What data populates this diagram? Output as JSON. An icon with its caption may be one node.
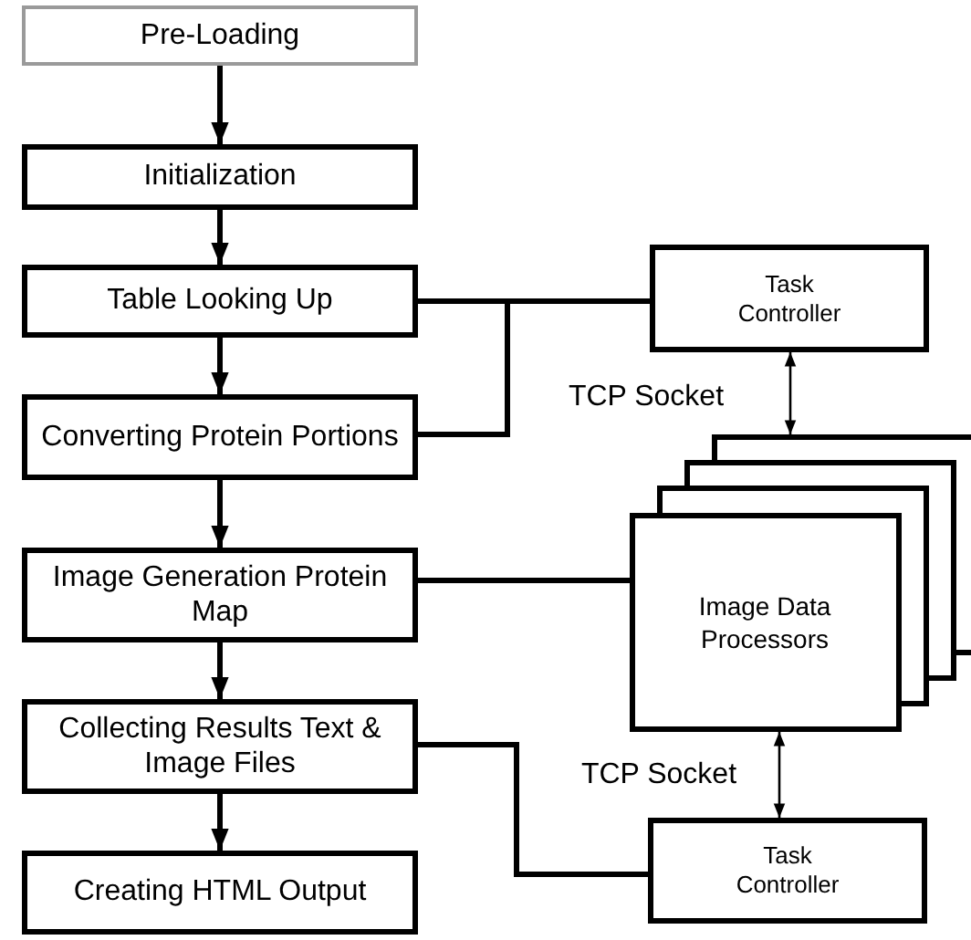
{
  "diagram": {
    "nodes": [
      {
        "text": [
          "Pre-Loading"
        ]
      },
      {
        "text": [
          "Initialization"
        ]
      },
      {
        "text": [
          "Table Looking Up"
        ]
      },
      {
        "text": [
          "Converting Protein Portions"
        ]
      },
      {
        "text": [
          "Image Generation Protein Map"
        ]
      },
      {
        "text": [
          "Collecting Results Text & Image Files"
        ]
      },
      {
        "text": [
          "Creating HTML Output"
        ]
      },
      {
        "text": [
          "Task Controller"
        ]
      },
      {
        "text": [
          "Image Data Processors"
        ]
      },
      {
        "text": [
          "Task Controller"
        ]
      }
    ],
    "edges": [
      {
        "from": 0,
        "to": 1,
        "arrow": "to"
      },
      {
        "from": 1,
        "to": 2,
        "arrow": "to"
      },
      {
        "from": 2,
        "to": 3,
        "arrow": "to"
      },
      {
        "from": 3,
        "to": 4,
        "arrow": "to"
      },
      {
        "from": 4,
        "to": 5,
        "arrow": "to"
      },
      {
        "from": 5,
        "to": 6,
        "arrow": "to"
      },
      {
        "from": 2,
        "to": 7,
        "arrow": "none"
      },
      {
        "from": 3,
        "to": 7,
        "arrow": "none"
      },
      {
        "from": 4,
        "to": 8,
        "arrow": "none"
      },
      {
        "from": 5,
        "to": 9,
        "arrow": "none"
      },
      {
        "from": 7,
        "to": 8,
        "arrow": "both",
        "label": "TCP Socket"
      },
      {
        "from": 8,
        "to": 9,
        "arrow": "both",
        "label": "TCP Socket"
      }
    ]
  }
}
